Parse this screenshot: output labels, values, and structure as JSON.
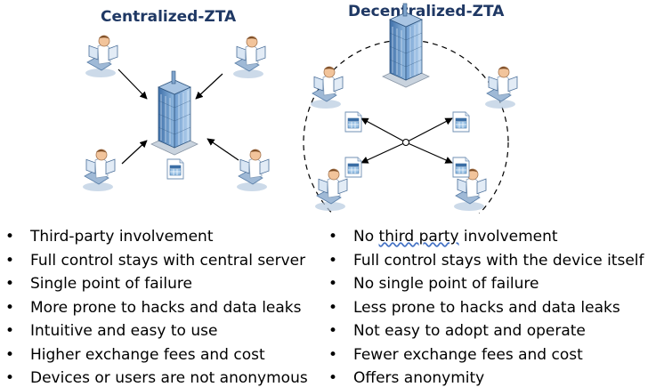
{
  "left": {
    "title": "Centralized-ZTA",
    "items": [
      "Third-party involvement",
      "Full control stays with central server",
      "Single point of failure",
      "More prone to hacks and data leaks",
      "Intuitive and easy to use",
      "Higher exchange fees and cost",
      "Devices or users are not anonymous"
    ]
  },
  "right": {
    "title": "Decentralized-ZTA",
    "items": [
      "No third party involvement",
      "Full control stays with the device itself",
      "No single point of failure",
      "Less prone to hacks and data leaks",
      "Not easy to adopt and operate",
      "Fewer exchange fees and cost",
      "Offers anonymity"
    ]
  },
  "icons": {
    "user": "user-at-workstation-icon",
    "server": "server-building-icon",
    "ledger": "ledger-document-icon"
  },
  "colors": {
    "title": "#1f3864",
    "building": "#5b9bd5",
    "user_skin": "#f2c49b",
    "arrow": "#000000"
  }
}
